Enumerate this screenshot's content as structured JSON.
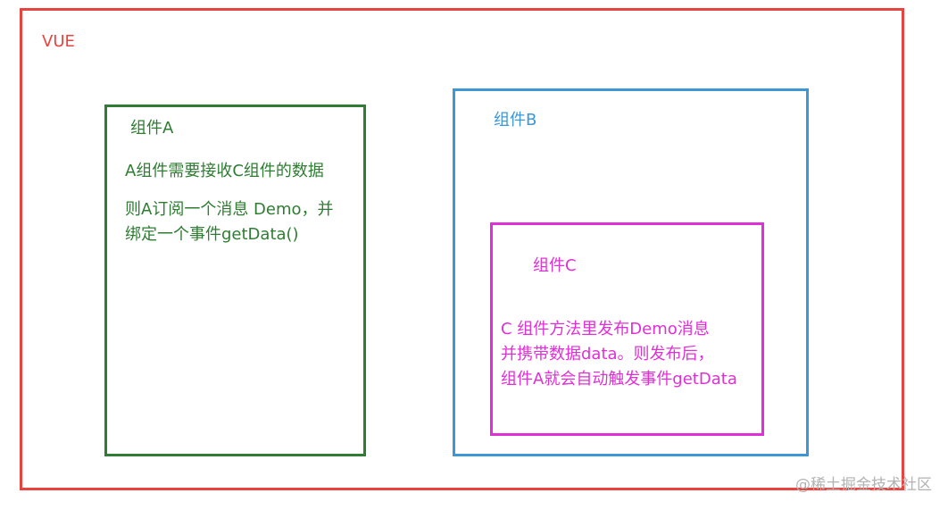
{
  "diagram": {
    "vue": {
      "label": "VUE",
      "color": "#e8443f"
    },
    "component_a": {
      "title": "组件A",
      "lines": [
        "A组件需要接收C组件的数据",
        "则A订阅一个消息 Demo，并",
        "绑定一个事件getData()"
      ],
      "color": "#2e7d32"
    },
    "component_b": {
      "title": "组件B",
      "color": "#3d97d6"
    },
    "component_c": {
      "title": "组件C",
      "lines": [
        "C 组件方法里发布Demo消息",
        "并携带数据data。则发布后，",
        "组件A就会自动触发事件getData"
      ],
      "color": "#e02fd6"
    }
  },
  "watermark": "@稀土掘金技术社区"
}
